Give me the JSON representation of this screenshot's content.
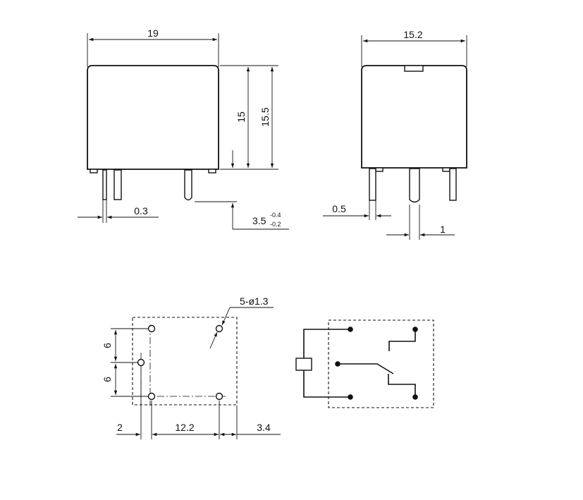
{
  "front_view": {
    "width_label": "19",
    "body_height_label": "15",
    "total_height_label": "15.5",
    "pin_thickness_label": "0.3",
    "pin_length_label": "3.5",
    "pin_length_tol_upper": "-0.4",
    "pin_length_tol_lower": "-0.2"
  },
  "side_view": {
    "width_label": "15.2",
    "pin_width_label": "0.5",
    "pin_pitch_label": "1"
  },
  "pcb_layout": {
    "hole_label": "5-ø1.3",
    "vertical_spacing_top": "6",
    "vertical_spacing_bottom": "6",
    "left_offset_label": "2",
    "center_spacing_label": "12.2",
    "right_offset_label": "3.4"
  }
}
